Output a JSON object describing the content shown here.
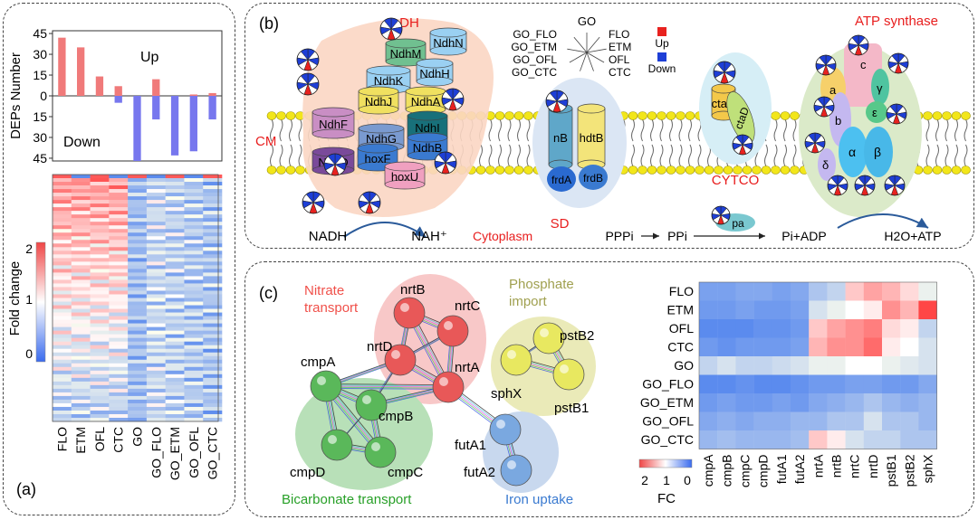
{
  "panel_a": {
    "letter": "(a)",
    "bar_chart": {
      "ylabel": "DEPs Number",
      "up_label": "Up",
      "down_label": "Down",
      "yticks": [
        "45",
        "30",
        "15",
        "0",
        "15",
        "30",
        "45"
      ],
      "up_color": "#f07a7a",
      "down_color": "#7777ee"
    },
    "heatmap": {
      "colorbar_label": "Fold change",
      "colorbar_ticks": [
        "2",
        "1",
        "0"
      ],
      "columns": [
        "FLO",
        "ETM",
        "OFL",
        "CTC",
        "GO",
        "GO_FLO",
        "GO_ETM",
        "GO_OFL",
        "GO_CTC"
      ]
    }
  },
  "chart_data": [
    {
      "type": "bar",
      "ylabel": "DEPs Number",
      "categories": [
        "FLO",
        "ETM",
        "OFL",
        "CTC",
        "GO",
        "GO_FLO",
        "GO_ETM",
        "GO_OFL",
        "GO_CTC"
      ],
      "series": [
        {
          "name": "Up",
          "values": [
            42,
            35,
            14,
            7,
            0,
            12,
            0,
            1,
            2
          ]
        },
        {
          "name": "Down",
          "values": [
            0,
            0,
            0,
            -5,
            -47,
            -17,
            -43,
            -40,
            -17
          ]
        }
      ],
      "ylim": [
        -47,
        47
      ]
    },
    {
      "type": "heatmap",
      "rows": [
        "FLO",
        "ETM",
        "OFL",
        "CTC",
        "GO",
        "GO_FLO",
        "GO_ETM",
        "GO_OFL",
        "GO_CTC"
      ],
      "columns": [
        "cmpA",
        "cmpB",
        "cmpC",
        "cmpD",
        "futA1",
        "futA2",
        "nrtA",
        "nrtB",
        "nrtC",
        "nrtD",
        "pstB1",
        "pstB2",
        "sphX"
      ],
      "colorbar_ticks": [
        "2",
        "1",
        "0"
      ],
      "colorbar_label": "FC",
      "values": [
        [
          0.35,
          0.35,
          0.4,
          0.4,
          0.35,
          0.4,
          0.6,
          0.7,
          1.3,
          1.5,
          1.4,
          1.2,
          0.9
        ],
        [
          0.3,
          0.3,
          0.35,
          0.3,
          0.3,
          0.35,
          0.8,
          0.9,
          1.0,
          1.1,
          1.6,
          1.4,
          2.0
        ],
        [
          0.2,
          0.2,
          0.2,
          0.25,
          0.25,
          0.3,
          1.3,
          1.5,
          1.6,
          1.7,
          1.2,
          1.1,
          0.7
        ],
        [
          0.3,
          0.25,
          0.3,
          0.3,
          0.3,
          0.35,
          1.4,
          1.6,
          1.6,
          1.8,
          1.1,
          1.0,
          0.8
        ],
        [
          0.7,
          0.8,
          0.7,
          0.7,
          0.75,
          0.8,
          0.9,
          0.9,
          1.0,
          1.0,
          0.9,
          0.85,
          0.8
        ],
        [
          0.2,
          0.2,
          0.25,
          0.2,
          0.2,
          0.25,
          0.3,
          0.3,
          0.35,
          0.35,
          0.3,
          0.3,
          0.4
        ],
        [
          0.3,
          0.35,
          0.3,
          0.3,
          0.35,
          0.3,
          0.4,
          0.45,
          0.5,
          0.6,
          0.5,
          0.45,
          0.5
        ],
        [
          0.4,
          0.45,
          0.4,
          0.45,
          0.45,
          0.5,
          0.5,
          0.6,
          0.6,
          0.8,
          0.6,
          0.6,
          0.5
        ],
        [
          0.5,
          0.55,
          0.5,
          0.5,
          0.5,
          0.55,
          1.3,
          1.1,
          0.8,
          0.7,
          0.7,
          0.6,
          0.6
        ]
      ]
    }
  ],
  "panel_b": {
    "letter": "(b)",
    "membrane_label": "CM",
    "cytoplasm_label": "Cytoplasm",
    "dh": {
      "title": "DH",
      "subunits": [
        "NdhN",
        "NdhM",
        "NdhH",
        "NdhK",
        "NdhJ",
        "NdhA",
        "NdhF",
        "NdhG",
        "NdhI",
        "NdhB",
        "NdhD",
        "hoxF",
        "hoxU"
      ],
      "reaction_left": "NADH",
      "reaction_right": "NAH⁺"
    },
    "sd": {
      "title": "SD",
      "subunits": [
        "nB",
        "hdtB",
        "frdA",
        "frdB"
      ]
    },
    "cytco": {
      "title": "CYTCO",
      "subunits": [
        "ctaC",
        "ctaD"
      ]
    },
    "atp": {
      "title": "ATP synthase",
      "subunits": [
        "a",
        "c",
        "γ",
        "b",
        "ε",
        "α",
        "β",
        "δ"
      ],
      "ppa_label": "pa",
      "reaction": [
        "PPPi",
        "PPi",
        "Pi+ADP",
        "H2O+ATP"
      ]
    },
    "legend": {
      "center": "GO",
      "left": [
        "GO_FLO",
        "GO_ETM",
        "GO_OFL",
        "GO_CTC"
      ],
      "right": [
        "FLO",
        "ETM",
        "OFL",
        "CTC"
      ],
      "up": "Up",
      "down": "Down",
      "up_color": "#e8221f",
      "down_color": "#1e3fd6"
    }
  },
  "panel_c": {
    "letter": "(c)",
    "groups": {
      "nitrate": "Nitrate transport",
      "phosphate": "Phosphate import",
      "bicarbonate": "Bicarbonate transport",
      "iron": "Iron uptake"
    },
    "nodes": [
      "nrtB",
      "nrtC",
      "nrtD",
      "nrtA",
      "cmpA",
      "cmpB",
      "cmpD",
      "cmpC",
      "pstB2",
      "sphX",
      "pstB1",
      "futA1",
      "futA2"
    ],
    "heatmap_colorbar_label": "FC",
    "heatmap_colorbar_ticks": [
      "2",
      "1",
      "0"
    ]
  }
}
